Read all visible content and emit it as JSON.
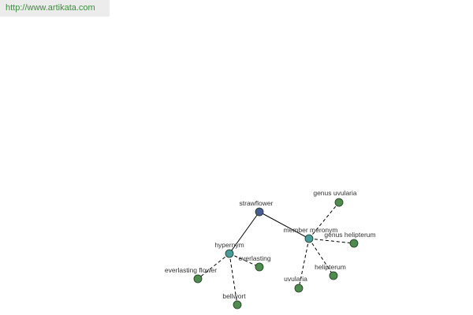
{
  "site": {
    "url": "http://www.artikata.com"
  },
  "graph": {
    "colors": {
      "root": "#4a5a93",
      "relation": "#4a9a9a",
      "leaf": "#4f8a4f",
      "edge": "#000000",
      "node_stroke": "#1f3a1f"
    },
    "nodes": {
      "strawflower": {
        "label": "strawflower",
        "kind": "root"
      },
      "hypernym": {
        "label": "hypernym",
        "kind": "relation"
      },
      "member_meronym": {
        "label": "member meronym",
        "kind": "relation"
      },
      "everlasting": {
        "label": "everlasting",
        "kind": "leaf"
      },
      "everlasting_flower": {
        "label": "everlasting flower",
        "kind": "leaf"
      },
      "bellwort": {
        "label": "bellwort",
        "kind": "leaf"
      },
      "genus_uvularia": {
        "label": "genus uvularia",
        "kind": "leaf"
      },
      "genus_helipterum": {
        "label": "genus helipterum",
        "kind": "leaf"
      },
      "helipterum": {
        "label": "helipterum",
        "kind": "leaf"
      },
      "uvularia": {
        "label": "uvularia",
        "kind": "leaf"
      }
    },
    "edges": [
      {
        "from": "strawflower",
        "to": "hypernym",
        "style": "solid"
      },
      {
        "from": "strawflower",
        "to": "member_meronym",
        "style": "solid"
      },
      {
        "from": "hypernym",
        "to": "everlasting",
        "style": "dashed"
      },
      {
        "from": "hypernym",
        "to": "everlasting_flower",
        "style": "dashed"
      },
      {
        "from": "hypernym",
        "to": "bellwort",
        "style": "dashed"
      },
      {
        "from": "member_meronym",
        "to": "genus_uvularia",
        "style": "dashed"
      },
      {
        "from": "member_meronym",
        "to": "genus_helipterum",
        "style": "dashed"
      },
      {
        "from": "member_meronym",
        "to": "helipterum",
        "style": "dashed"
      },
      {
        "from": "member_meronym",
        "to": "uvularia",
        "style": "dashed"
      }
    ]
  }
}
